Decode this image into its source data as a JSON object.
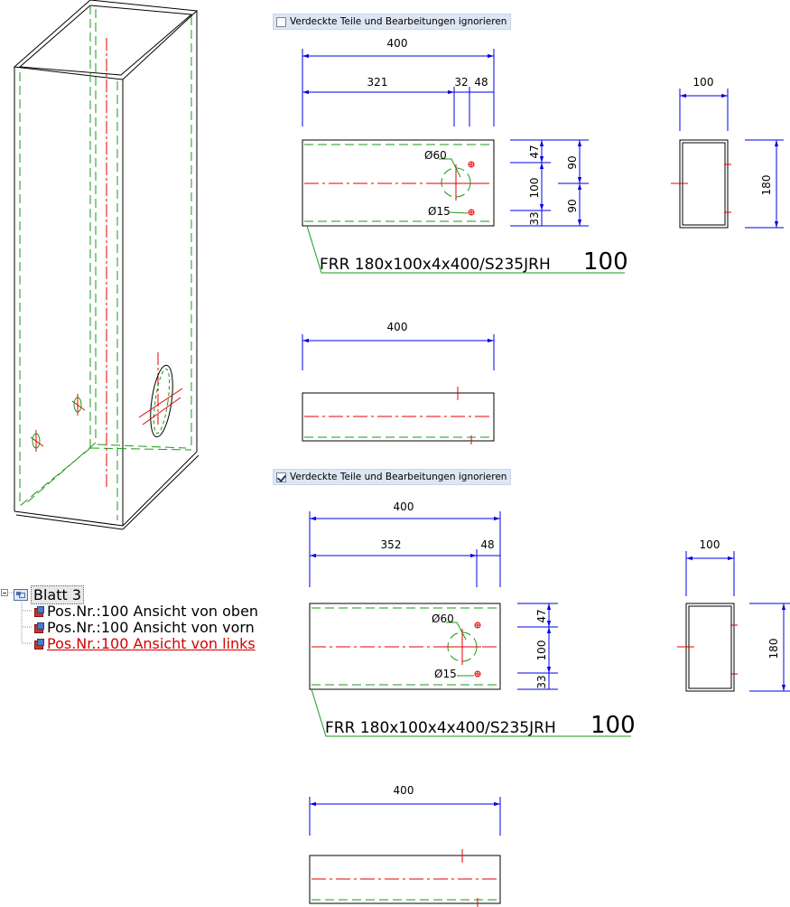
{
  "checkbox_top": {
    "label": "Verdeckte Teile und Bearbeitungen ignorieren",
    "checked": false
  },
  "checkbox_bottom": {
    "label": "Verdeckte Teile und Bearbeitungen ignorieren",
    "checked": true
  },
  "tree": {
    "sheet": "Blatt 3",
    "views": [
      {
        "label": "Pos.Nr.:100 Ansicht von oben"
      },
      {
        "label": "Pos.Nr.:100 Ansicht von vorn"
      },
      {
        "label": "Pos.Nr.:100 Ansicht von links"
      }
    ]
  },
  "drawing_top": {
    "front": {
      "overall": "400",
      "d1": "321",
      "d2": "32",
      "d3": "48",
      "h1": "47",
      "h2": "100",
      "h3": "33",
      "h4": "90",
      "h5": "90",
      "hole_big": "Ø60",
      "hole_small": "Ø15"
    },
    "label": {
      "text": "FRR 180x100x4x400/S235JRH",
      "pos": "100"
    },
    "side": {
      "w": "100",
      "h": "180"
    },
    "top_view": {
      "overall": "400"
    }
  },
  "drawing_bottom": {
    "front": {
      "overall": "400",
      "d1": "352",
      "d3": "48",
      "h1": "47",
      "h2": "100",
      "h3": "33",
      "hole_big": "Ø60",
      "hole_small": "Ø15"
    },
    "label": {
      "text": "FRR 180x100x4x400/S235JRH",
      "pos": "100"
    },
    "side": {
      "w": "100",
      "h": "180"
    },
    "top_view": {
      "overall": "400"
    }
  },
  "colors": {
    "dimension": "#0000e6",
    "hidden": "#1a9a1a",
    "centerline": "#e60000",
    "outline": "#000000"
  }
}
